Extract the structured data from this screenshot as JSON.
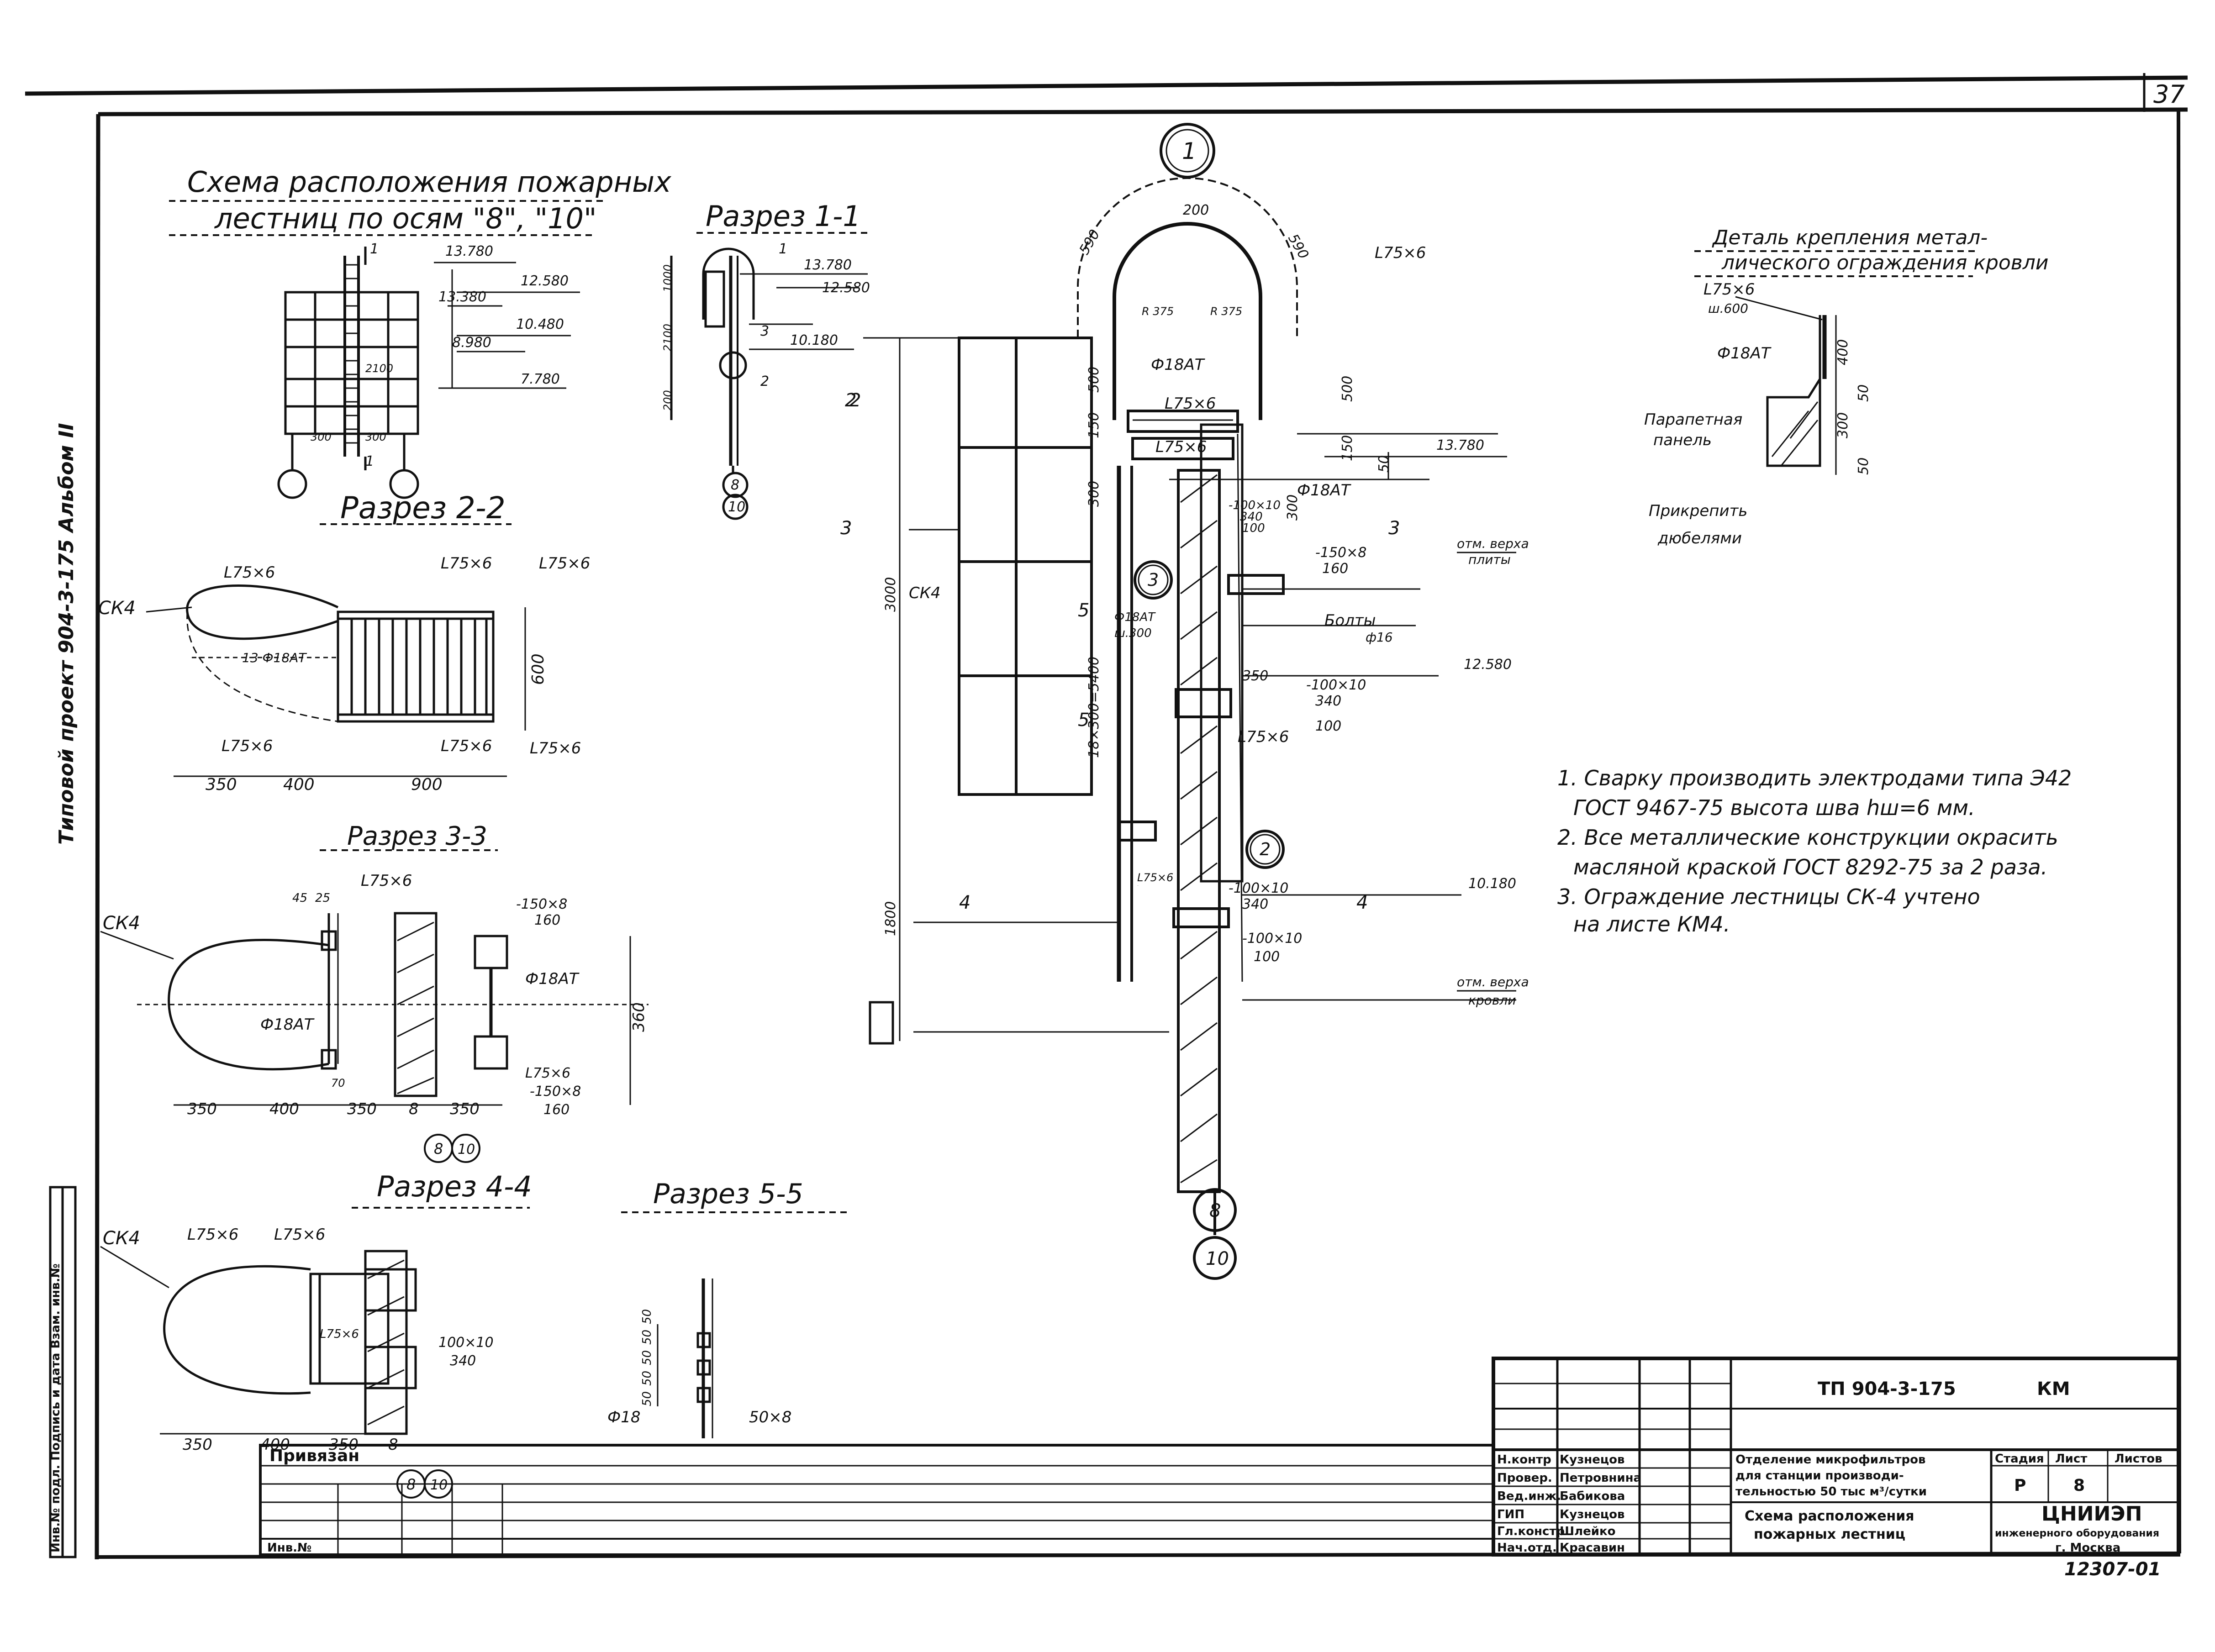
{
  "sheet_no": "37",
  "album_vertical": "Типовой проект 904-3-175 Альбом II",
  "inventory_vertical": "Инв.№ подл. Подпись и дата Взам. инв.№",
  "scheme": {
    "title_1": "Схема расположения пожарных",
    "title_2": "лестниц по осям \"8\", \"10\"",
    "levels": [
      "13.780",
      "13.380",
      "12.580",
      "10.480",
      "8.980",
      "7.780"
    ],
    "dims": [
      "2100",
      "300",
      "300"
    ],
    "cut": "1"
  },
  "sec11": {
    "title": "Разрез 1-1",
    "levels": [
      "13.780",
      "12.580",
      "10.180"
    ],
    "dims": [
      "1000",
      "2100",
      "200"
    ],
    "cuts": [
      "1",
      "3",
      "2",
      "2"
    ],
    "axes": [
      "8",
      "10"
    ]
  },
  "main": {
    "axis_top": "1",
    "markers": [
      "3",
      "2"
    ],
    "axes": [
      "8",
      "10"
    ],
    "profiles": [
      "L75×6",
      "L75×6",
      "L75×6",
      "L75×6",
      "L75×6"
    ],
    "rods": [
      "Ф18АТ",
      "Ф18АТ",
      "Ф18АТ",
      "Ф18АТ"
    ],
    "plates": [
      "-100×10",
      "340",
      "100",
      "-150×8",
      "160",
      "-100×10",
      "340",
      "100",
      "-100×10",
      "340",
      "-100×10",
      "100"
    ],
    "dims": [
      "200",
      "590",
      "590",
      "R 375",
      "R 375",
      "500",
      "500",
      "150",
      "150",
      "300",
      "300",
      "50",
      "3000",
      "18×300=5400",
      "1800",
      "350"
    ],
    "levels": [
      "13.780",
      "12.580",
      "10.180"
    ],
    "bolts_1": "Болты",
    "bolts_2": "ф16",
    "top_slab_1": "отм. верха",
    "top_slab_2": "плиты",
    "top_roof_1": "отм. верха",
    "top_roof_2": "кровли",
    "ck": "СК4",
    "cuts": [
      "2",
      "3",
      "3",
      "4",
      "4",
      "5",
      "5"
    ],
    "rod_pitch": "ш.300"
  },
  "detail": {
    "title_1": "Деталь крепления метал-",
    "title_2": "лического ограждения кровли",
    "profile": "L75×6",
    "pitch": "ш.600",
    "rod": "Ф18АТ",
    "parapet_1": "Парапетная",
    "parapet_2": "панель",
    "fix_1": "Прикрепить",
    "fix_2": "дюбелями",
    "dims": [
      "400",
      "50",
      "300",
      "50"
    ]
  },
  "sec22": {
    "title": "Разрез 2-2",
    "ck": "СК4",
    "labels": [
      "L75×6",
      "L75×6",
      "L75×6",
      "L75×6",
      "L75×6",
      "L75×6"
    ],
    "rod": "13 Ф18АТ",
    "dims": [
      "350",
      "400",
      "900",
      "600"
    ]
  },
  "sec33": {
    "title": "Разрез 3-3",
    "ck": "СК4",
    "labels": [
      "L75×6",
      "-150×8",
      "160",
      "Ф18АТ",
      "L75×6",
      "-150×8",
      "160"
    ],
    "rod": "Ф18АТ",
    "dims": [
      "45",
      "25",
      "350",
      "400",
      "350",
      "8",
      "350",
      "360",
      "70"
    ],
    "axes": [
      "8",
      "10"
    ]
  },
  "sec44": {
    "title": "Разрез 4-4",
    "ck": "СК4",
    "labels": [
      "L75×6",
      "L75×6",
      "L75×6",
      "100×10",
      "340"
    ],
    "dims": [
      "350",
      "400",
      "350",
      "8"
    ],
    "axes": [
      "8",
      "10"
    ]
  },
  "sec55": {
    "title": "Разрез 5-5",
    "dims": [
      "50",
      "50",
      "50",
      "50",
      "50"
    ],
    "rod": "Ф18",
    "plate": "50×8"
  },
  "notes": {
    "n1a": "1. Сварку производить электродами типа Э42",
    "n1b": "ГОСТ 9467-75 высота шва hш=6 мм.",
    "n2a": "2. Все металлические конструкции окрасить",
    "n2b": "масляной краской ГОСТ 8292-75 за 2 раза.",
    "n3a": "3. Ограждение лестницы СК-4 учтено",
    "n3b": "на листе КМ4."
  },
  "title_block": {
    "project_code": "ТП 904-3-175",
    "mark": "КМ",
    "privyazan": "Привязан",
    "inv_no": "Инв.№",
    "roles": [
      "Н.контр",
      "Провер.",
      "Вед.инж.",
      "ГИП",
      "Гл.констр",
      "Нач.отд."
    ],
    "names": [
      "Кузнецов",
      "Петровнина",
      "Бабикова",
      "Кузнецов",
      "Шлейко",
      "Красавин"
    ],
    "desc_1": "Отделение микрофильтров",
    "desc_2": "для станции производи-",
    "desc_3": "тельностью 50 тыс м³/сутки",
    "sheet_title_1": "Схема расположения",
    "sheet_title_2": "пожарных лестниц",
    "stage_h": "Стадия",
    "sheet_h": "Лист",
    "sheets_h": "Листов",
    "stage": "Р",
    "sheet": "8",
    "org_1": "ЦНИИЭП",
    "org_2": "инженерного оборудования",
    "org_3": "г. Москва",
    "drawing_no": "12307-01"
  }
}
